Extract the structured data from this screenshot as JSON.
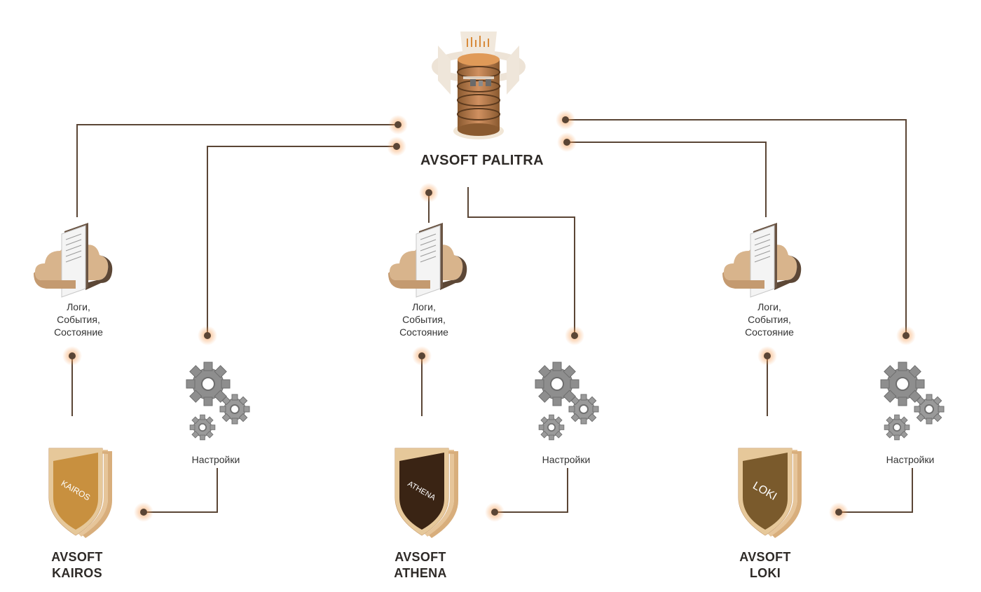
{
  "palitra": {
    "title": "AVSOFT PALITRA"
  },
  "columns": [
    {
      "logs_label": [
        "Логи,",
        "События,",
        "Состояние"
      ],
      "settings_label": "Настройки",
      "product": [
        "AVSOFT",
        "KAIROS"
      ],
      "shield_text": "KAIROS",
      "shield_color": "#c8903f"
    },
    {
      "logs_label": [
        "Логи,",
        "События,",
        "Состояние"
      ],
      "settings_label": "Настройки",
      "product": [
        "AVSOFT",
        "ATHENA"
      ],
      "shield_text": "ATHENA",
      "shield_color": "#3a2414"
    },
    {
      "logs_label": [
        "Логи,",
        "События,",
        "Состояние"
      ],
      "settings_label": "Настройки",
      "product": [
        "AVSOFT",
        "LOKI"
      ],
      "shield_text": "LOKI",
      "shield_color": "#7a5a2c"
    }
  ],
  "colors": {
    "line": "#5a4535",
    "glow": "#f5a05a",
    "gear": "#8a8a8a",
    "cloud": "#d8b48c"
  }
}
